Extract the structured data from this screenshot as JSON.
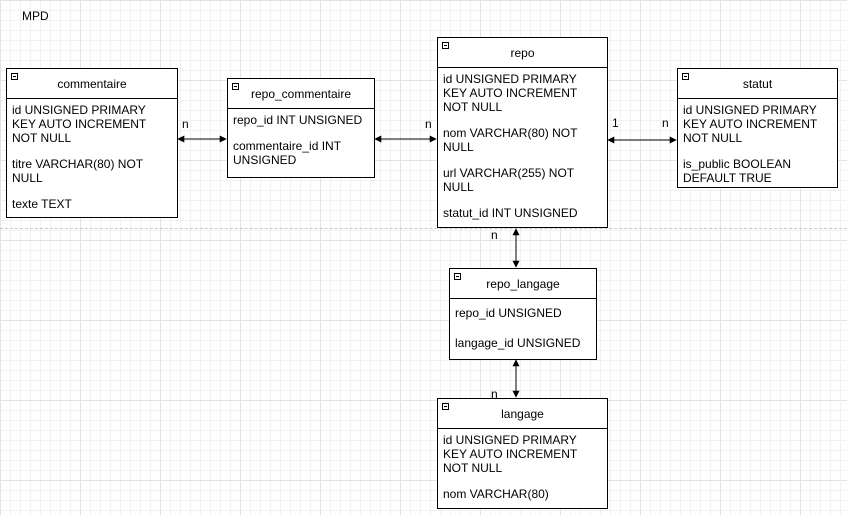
{
  "diagram": {
    "label": "MPD"
  },
  "entities": {
    "commentaire": {
      "title": "commentaire",
      "fields": [
        "id UNSIGNED PRIMARY KEY AUTO INCREMENT NOT NULL",
        "titre VARCHAR(80) NOT NULL",
        "texte TEXT"
      ]
    },
    "repo_commentaire": {
      "title": "repo_commentaire",
      "fields": [
        "repo_id INT UNSIGNED",
        "commentaire_id INT UNSIGNED"
      ]
    },
    "repo": {
      "title": "repo",
      "fields": [
        "id UNSIGNED PRIMARY KEY AUTO INCREMENT NOT NULL",
        "nom VARCHAR(80) NOT NULL",
        "url VARCHAR(255) NOT NULL",
        "statut_id INT UNSIGNED"
      ]
    },
    "statut": {
      "title": "statut",
      "fields": [
        "id UNSIGNED PRIMARY KEY AUTO INCREMENT NOT NULL",
        "is_public BOOLEAN DEFAULT TRUE"
      ]
    },
    "repo_langage": {
      "title": "repo_langage",
      "fields": [
        "repo_id UNSIGNED",
        "langage_id UNSIGNED"
      ]
    },
    "langage": {
      "title": "langage",
      "fields": [
        "id UNSIGNED PRIMARY KEY AUTO INCREMENT NOT NULL",
        "nom VARCHAR(80)"
      ]
    }
  },
  "cardinalities": {
    "commentaire_side": "n",
    "repo_side_left": "n",
    "repo_side_right": "1",
    "statut_side": "n",
    "repo_side_bottom": "n",
    "langage_side": "n"
  }
}
